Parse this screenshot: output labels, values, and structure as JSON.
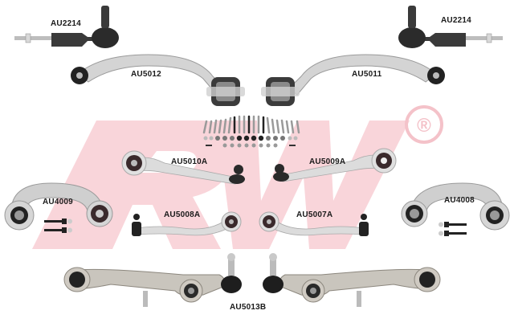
{
  "brand": {
    "watermark_text": "RW",
    "registered_mark": "®",
    "watermark_color": "#f7c9cf"
  },
  "colors": {
    "metal": "#d6d6d6",
    "metal_dark": "#a9a9a9",
    "rubber": "#2a1d1f",
    "bushing": "#4a3a3c",
    "label": "#1a1a1a"
  },
  "parts": [
    {
      "id": "tie-rod-left",
      "label": "AU2214"
    },
    {
      "id": "tie-rod-right",
      "label": "AU2214"
    },
    {
      "id": "upper-arm-left-rear",
      "label": "AU5012"
    },
    {
      "id": "upper-arm-right-rear",
      "label": "AU5011"
    },
    {
      "id": "upper-arm-left-front",
      "label": "AU5010A"
    },
    {
      "id": "upper-arm-right-front",
      "label": "AU5009A"
    },
    {
      "id": "stabilizer-link-left",
      "label": "AU4009"
    },
    {
      "id": "stabilizer-link-right",
      "label": "AU4008"
    },
    {
      "id": "upper-arm-left-lower",
      "label": "AU5008A"
    },
    {
      "id": "upper-arm-right-lower",
      "label": "AU5007A"
    },
    {
      "id": "lower-control-arm-pair",
      "label": "AU5013B"
    }
  ],
  "hardware_kit": {
    "bolt_count": 24,
    "nut_count": 14,
    "washer_count": 10
  }
}
